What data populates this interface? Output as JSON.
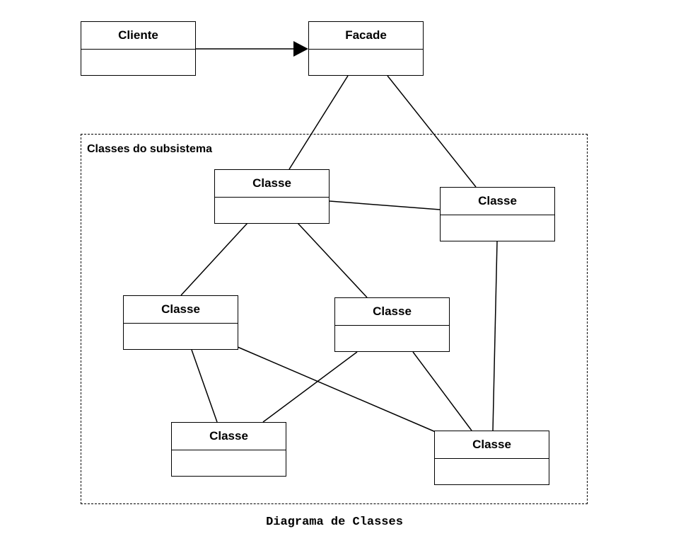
{
  "classes": {
    "cliente": "Cliente",
    "facade": "Facade",
    "sub1": "Classe",
    "sub2": "Classe",
    "sub3": "Classe",
    "sub4": "Classe",
    "sub5": "Classe",
    "sub6": "Classe"
  },
  "package": {
    "label": "Classes do subsistema"
  },
  "caption": "Diagrama de Classes",
  "relations": [
    {
      "from": "cliente",
      "to": "facade",
      "type": "directed-association"
    },
    {
      "from": "facade",
      "to": "sub1",
      "type": "association"
    },
    {
      "from": "facade",
      "to": "sub2",
      "type": "association"
    },
    {
      "from": "sub1",
      "to": "sub2",
      "type": "association"
    },
    {
      "from": "sub1",
      "to": "sub3",
      "type": "association"
    },
    {
      "from": "sub1",
      "to": "sub4",
      "type": "association"
    },
    {
      "from": "sub2",
      "to": "sub6",
      "type": "association"
    },
    {
      "from": "sub3",
      "to": "sub5",
      "type": "association"
    },
    {
      "from": "sub3",
      "to": "sub6",
      "type": "association"
    },
    {
      "from": "sub4",
      "to": "sub5",
      "type": "association"
    },
    {
      "from": "sub4",
      "to": "sub6",
      "type": "association"
    }
  ]
}
